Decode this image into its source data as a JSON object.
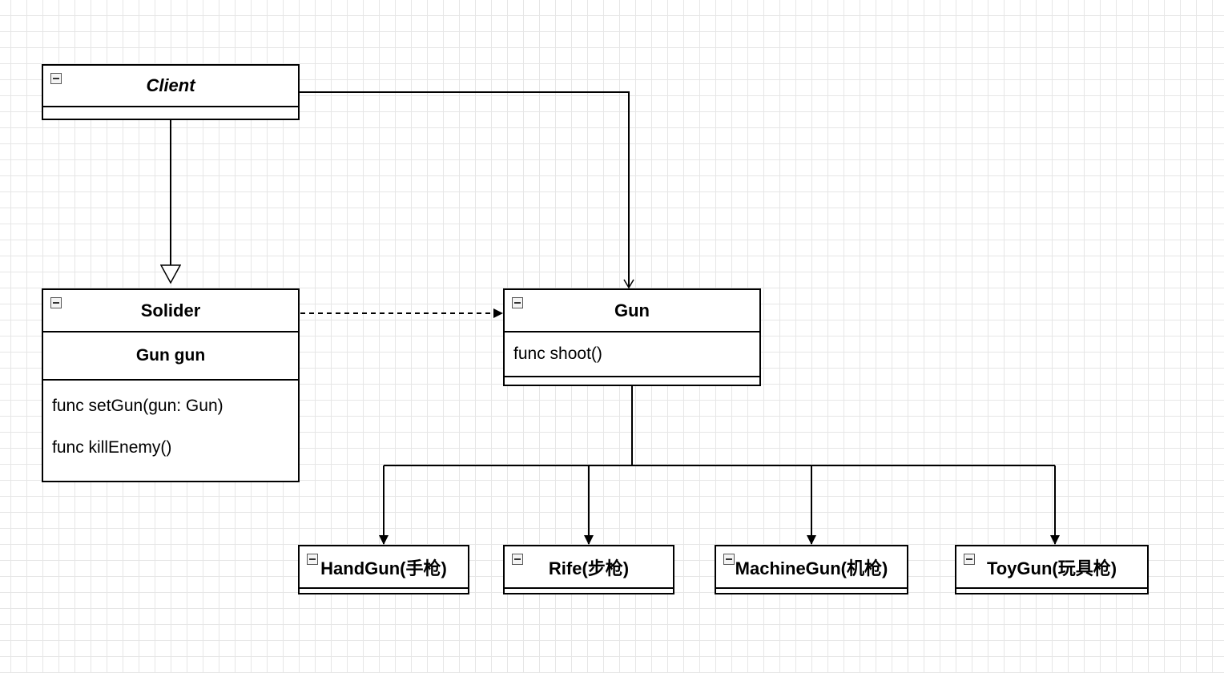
{
  "classes": {
    "client": {
      "name": "Client"
    },
    "solider": {
      "name": "Solider",
      "attribute": "Gun gun",
      "methods": [
        "func setGun(gun: Gun)",
        "func killEnemy()"
      ]
    },
    "gun": {
      "name": "Gun",
      "method": "func shoot()"
    },
    "handgun": {
      "name": "HandGun(手枪)"
    },
    "rife": {
      "name": "Rife(步枪)"
    },
    "machinegun": {
      "name": "MachineGun(机枪)"
    },
    "toygun": {
      "name": "ToyGun(玩具枪)"
    }
  },
  "icons": {
    "collapse": "minus-square-icon"
  },
  "colors": {
    "line": "#000000",
    "grid": "#e6e6e6",
    "background": "#ffffff"
  }
}
